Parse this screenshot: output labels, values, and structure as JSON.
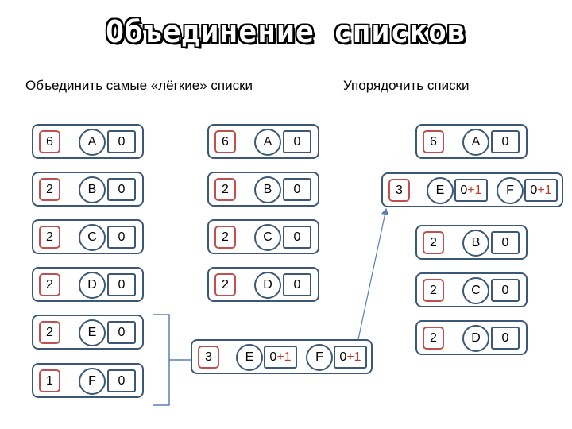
{
  "title": "Объединение списков",
  "subtitle_left": "Объединить самые «лёгкие» списки",
  "subtitle_right": "Упорядочить списки",
  "col1": [
    {
      "count": "6",
      "letter": "A",
      "code": "0"
    },
    {
      "count": "2",
      "letter": "B",
      "code": "0"
    },
    {
      "count": "2",
      "letter": "C",
      "code": "0"
    },
    {
      "count": "2",
      "letter": "D",
      "code": "0"
    },
    {
      "count": "2",
      "letter": "E",
      "code": "0"
    },
    {
      "count": "1",
      "letter": "F",
      "code": "0"
    }
  ],
  "col2": [
    {
      "count": "6",
      "letter": "A",
      "code": "0"
    },
    {
      "count": "2",
      "letter": "B",
      "code": "0"
    },
    {
      "count": "2",
      "letter": "C",
      "code": "0"
    },
    {
      "count": "2",
      "letter": "D",
      "code": "0"
    }
  ],
  "merged_mid": {
    "count": "3",
    "items": [
      {
        "letter": "E",
        "code": "0",
        "suffix": "+1"
      },
      {
        "letter": "F",
        "code": "0",
        "suffix": "+1"
      }
    ]
  },
  "col3_top": {
    "count": "6",
    "letter": "A",
    "code": "0"
  },
  "col3_merged": {
    "count": "3",
    "items": [
      {
        "letter": "E",
        "code": "0",
        "suffix": "+1"
      },
      {
        "letter": "F",
        "code": "0",
        "suffix": "+1"
      }
    ]
  },
  "col3": [
    {
      "count": "2",
      "letter": "B",
      "code": "0"
    },
    {
      "count": "2",
      "letter": "C",
      "code": "0"
    },
    {
      "count": "2",
      "letter": "D",
      "code": "0"
    }
  ],
  "colors": {
    "node_border": "#3d5876",
    "count_border": "#c0504d",
    "suffix": "#c0392b",
    "arrow": "#5b7fb5"
  }
}
